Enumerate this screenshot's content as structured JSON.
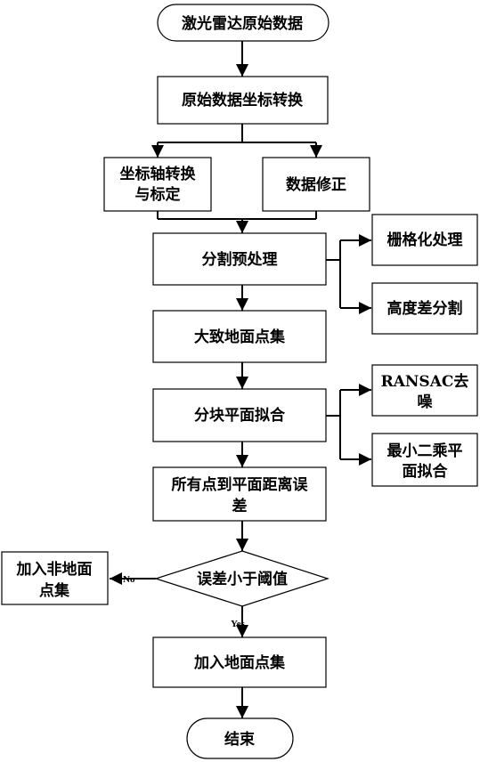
{
  "nodes": {
    "start": "激光雷达原始数据",
    "coord_transform": "原始数据坐标转换",
    "axis_calibration_line1": "坐标轴转换",
    "axis_calibration_line2": "与标定",
    "data_correction": "数据修正",
    "segmentation_preprocess": "分割预处理",
    "grid_processing": "栅格化处理",
    "height_diff_segmentation": "高度差分割",
    "rough_ground_points": "大致地面点集",
    "block_plane_fitting": "分块平面拟合",
    "ransac_line1": "RANSAC去",
    "ransac_line2": "噪",
    "least_squares_line1": "最小二乘平",
    "least_squares_line2": "面拟合",
    "distance_error_line1": "所有点到平面距离误",
    "distance_error_line2": "差",
    "decision": "误差小于阈值",
    "add_non_ground_line1": "加入非地面",
    "add_non_ground_line2": "点集",
    "add_ground": "加入地面点集",
    "end": "结束"
  },
  "edges": {
    "no_label": "No",
    "yes_label": "Yes"
  }
}
